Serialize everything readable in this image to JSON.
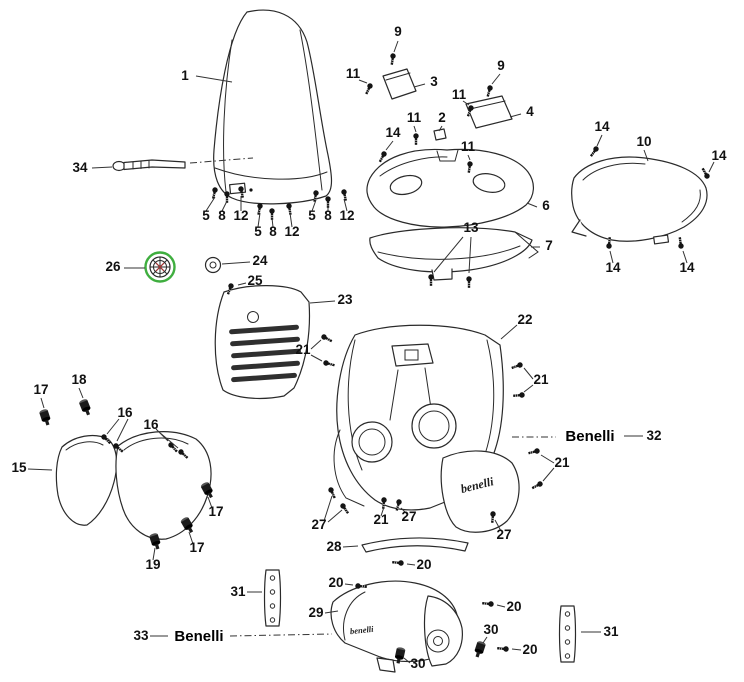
{
  "diagram": {
    "highlight_color": "#3fae3f"
  },
  "brand_labels": {
    "right": "Benelli",
    "left": "Benelli"
  },
  "part_markings": {
    "fairing_script": "benelli",
    "fender_script": "benelli"
  },
  "callouts": {
    "n1": "1",
    "n34": "34",
    "n5a": "5",
    "n8a": "8",
    "n12a": "12",
    "n5b": "5",
    "n8b": "8",
    "n12b": "12",
    "n5c": "5",
    "n8c": "8",
    "n12c": "12",
    "n9a": "9",
    "n11a": "11",
    "n3": "3",
    "n9b": "9",
    "n11b": "11",
    "n4": "4",
    "n11c": "11",
    "n2": "2",
    "n14a": "14",
    "n11d": "11",
    "n6": "6",
    "n13": "13",
    "n7": "7",
    "n14b": "14",
    "n10": "10",
    "n14c": "14",
    "n14d": "14",
    "n14e": "14",
    "n26": "26",
    "n24": "24",
    "n25": "25",
    "n23": "23",
    "n22": "22",
    "n21a": "21",
    "n21b": "21",
    "n21c": "21",
    "n21d": "21",
    "n17a": "17",
    "n18": "18",
    "n16a": "16",
    "n16b": "16",
    "n15": "15",
    "n17b": "17",
    "n17c": "17",
    "n19": "19",
    "n27a": "27",
    "n27b": "27",
    "n27c": "27",
    "n28": "28",
    "n32": "32",
    "n33": "33",
    "n31a": "31",
    "n31b": "31",
    "n29": "29",
    "n20a": "20",
    "n20b": "20",
    "n20c": "20",
    "n20d": "20",
    "n30a": "30",
    "n30b": "30"
  }
}
